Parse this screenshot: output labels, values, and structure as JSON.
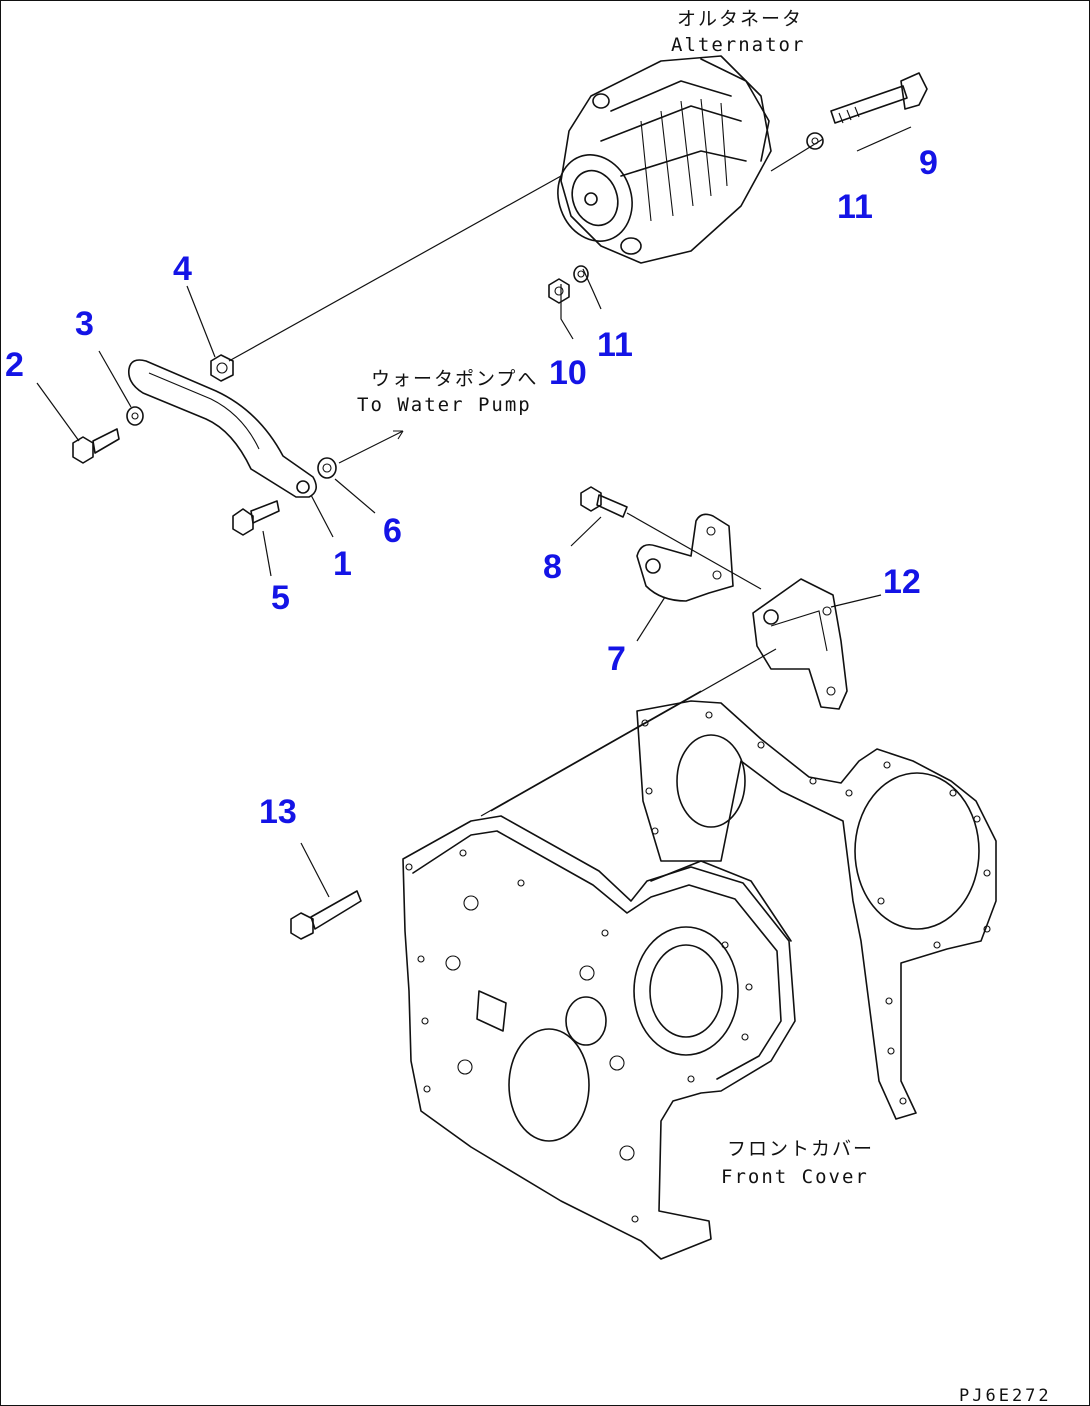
{
  "labels": {
    "alternator_jp": "オルタネータ",
    "alternator_en": "Alternator",
    "water_pump_jp": "ウォータポンプへ",
    "water_pump_en": "To Water Pump",
    "front_cover_jp": "フロントカバー",
    "front_cover_en": "Front Cover",
    "drawing_code": "PJ6E272"
  },
  "callouts": {
    "p1": "1",
    "p2": "2",
    "p3": "3",
    "p4": "4",
    "p5": "5",
    "p6": "6",
    "p7": "7",
    "p8": "8",
    "p9": "9",
    "p10": "10",
    "p11a": "11",
    "p11b": "11",
    "p12": "12",
    "p13": "13"
  },
  "colors": {
    "callout": "#1414e6",
    "line": "#111111"
  }
}
